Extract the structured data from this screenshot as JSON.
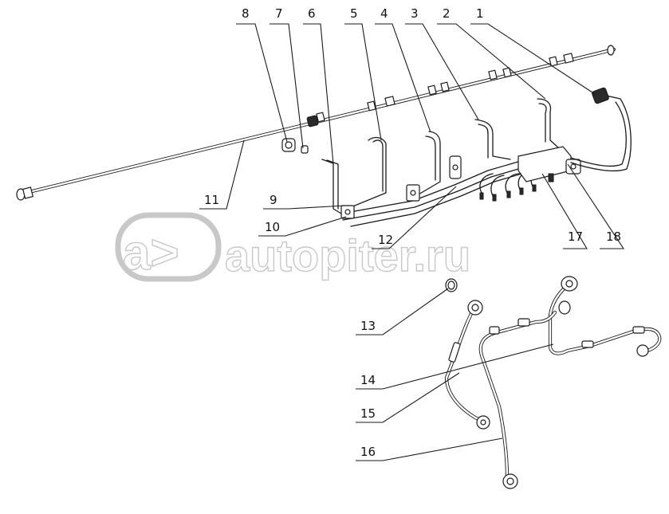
{
  "watermark": {
    "text": "autopiter.ru"
  },
  "callouts": [
    {
      "id": "c1",
      "label": "1"
    },
    {
      "id": "c2",
      "label": "2"
    },
    {
      "id": "c3",
      "label": "3"
    },
    {
      "id": "c4",
      "label": "4"
    },
    {
      "id": "c5",
      "label": "5"
    },
    {
      "id": "c6",
      "label": "6"
    },
    {
      "id": "c7",
      "label": "7"
    },
    {
      "id": "c8",
      "label": "8"
    },
    {
      "id": "c9",
      "label": "9"
    },
    {
      "id": "c10",
      "label": "10"
    },
    {
      "id": "c11",
      "label": "11"
    },
    {
      "id": "c12",
      "label": "12"
    },
    {
      "id": "c13",
      "label": "13"
    },
    {
      "id": "c14",
      "label": "14"
    },
    {
      "id": "c15",
      "label": "15"
    },
    {
      "id": "c16",
      "label": "16"
    },
    {
      "id": "c17",
      "label": "17"
    },
    {
      "id": "c18",
      "label": "18"
    }
  ]
}
